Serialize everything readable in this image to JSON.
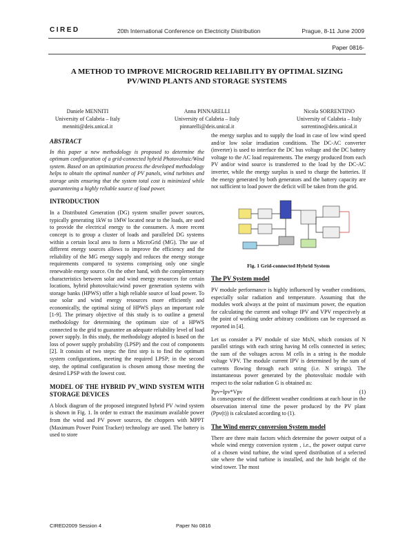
{
  "header": {
    "logo": "CIRED",
    "conference": "20th International Conference on Electricity Distribution",
    "location_date": "Prague, 8-11 June 2009",
    "paper_no": "Paper 0816-"
  },
  "title": "A METHOD TO IMPROVE MICROGRID RELIABILITY BY OPTIMAL SIZING PV/WIND PLANTS AND STORAGE SYSTEMS",
  "authors": [
    {
      "name": "Daniele MENNITI",
      "affiliation": "University of Calabria – Italy",
      "email": "menniti@deis.unical.it"
    },
    {
      "name": "Anna PINNARELLI",
      "affiliation": "University of Calabria – Italy",
      "email": "pinnarelli@deis.unical.it"
    },
    {
      "name": "Nicola SORRENTINO",
      "affiliation": "University of Calabria – Italy",
      "email": "sorrentino@deis.unical.it"
    }
  ],
  "abstract": {
    "heading": "ABSTRACT",
    "text": "In this paper a new methodology is proposed to determine the optimum configuration of a grid-connected hybrid Photovoltaic/Wind system. Based on an optimization process the developed methodology helps to obtain the optimal number of PV panels, wind turbines and storage units ensuring that the system total cost is minimized while guaranteeing a highly reliable source of load power."
  },
  "intro": {
    "heading": "INTRODUCTION",
    "text": "In a Distributed Generation (DG) system smaller power sources, typically generating 1kW to 1MW located near to the loads, are used to provide the electrical energy to the consumers. A more recent concept is to group a cluster of loads and paralleled DG systems within a certain local area to form a MicroGrid (MG). The use of different energy sources allows to improve the efficiency and the reliability of the MG energy supply and reduces the energy storage requirements compared to systems comprising only one single renewable energy source. On the other hand, with the complementary characteristics between solar and wind energy resources for certain locations, hybrid photovoltaic/wind power generation systems with storage banks (HPWS) offer a high reliable source of load power. To use solar and wind energy resources more efficiently and economically, the optimal sizing of HPWS plays an important role [1-9]. The primary objective of this study is to outline a general methodology for determining the optimum size of a HPWS connected to the grid to guarantee an adequate reliability level of load power supply. In this study, the methodology adopted is based on the loss of power supply probability (LPSP) and the cost of components [2]. It consists of two steps: the first step is to find the optimum system configurations, meeting the required LPSP; in the second step, the optimal configuration is chosen among those meeting the desired LPSP with the lowest cost."
  },
  "model": {
    "heading": "MODEL OF THE HYBRID PV_WIND SYSTEM WITH STORAGE DEVICES",
    "text": "A block diagram of the proposed integrated hybrid PV /wind system is shown in Fig. 1. In order to extract the maximum available power from the wind and PV power sources, the choppers with MPPT (Maximum Power Point Tracker) technology are used. The battery is used to store"
  },
  "right_intro": "the energy surplus and to supply the load in case of low wind speed and/or low solar irradiation conditions. The DC-AC converter (inverter) is used to interface the DC bus voltage and the DC battery voltage to the AC load requirements. The energy produced from each PV and/or wind source is transferred to the load by the DC-AC inverter, while the energy surplus is used to charge the batteries. If the energy generated by both generators and the battery capacity are not sufficient to load power the deficit will be taken from the grid.",
  "figure_caption": "Fig. 1 Grid-connected Hybrid System",
  "pv": {
    "heading": "The PV System model",
    "p1": "PV module performance is highly influenced by weather conditions, especially solar radiation and temperature. Assuming that the modules work always at the point of maximum power, the equation for calculating the current and voltage IPV and VPV respectively at the point of working under arbitrary conditions can be expressed as reported in [4].",
    "p2": "Let us consider a PV module of size MxN, which consists of N parallel strings with each string having M cells connected in series; the sum of the voltages across M cells in a string is the module voltage VPV. The module current IPV is determined by the sum of currents flowing through each string (i.e. N strings). The instantaneous power generated by the photovoltaic module with respect to the solar radiation G is obtained as:",
    "equation": "Ppv=Ipv*Vpv",
    "eq_number": "(1)",
    "p3": "In consequence of the different weather conditions at each hour in the observation interval time the power produced by the PV plant (Ppv(t)) is calculated according to (1)."
  },
  "wind": {
    "heading": "The Wind energy conversion System model",
    "text": "There are three main factors which determine the power output of a whole wind energy conversion system , i.e., the power output curve of a chosen wind turbine, the wind speed distribution of a selected site where the wind turbine is installed, and the hub height of the wind tower. The most"
  },
  "footer": {
    "session": "CIRED2009 Session 4",
    "paper": "Paper No  0816"
  }
}
